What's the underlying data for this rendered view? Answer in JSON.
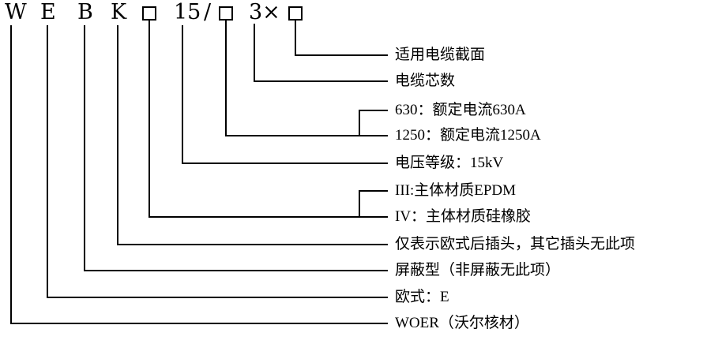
{
  "code": {
    "brand": "W",
    "style": "E",
    "shield": "B",
    "plug": "K",
    "voltage": "15",
    "separator": "/",
    "cores": "3×",
    "placeholder_boxes": [
      "□",
      "□",
      "□"
    ]
  },
  "labels": [
    "适用电缆截面",
    "电缆芯数",
    "630：额定电流630A",
    "1250：额定电流1250A",
    "电压等级：15kV",
    "III:主体材质EPDM",
    "IV：主体材质硅橡胶",
    "仅表示欧式后插头，其它插头无此项",
    "屏蔽型（非屏蔽无此项）",
    "欧式：E",
    "WOER（沃尔核材）"
  ],
  "colors": {
    "line": "#000000",
    "text": "#000000",
    "background": "#ffffff"
  }
}
